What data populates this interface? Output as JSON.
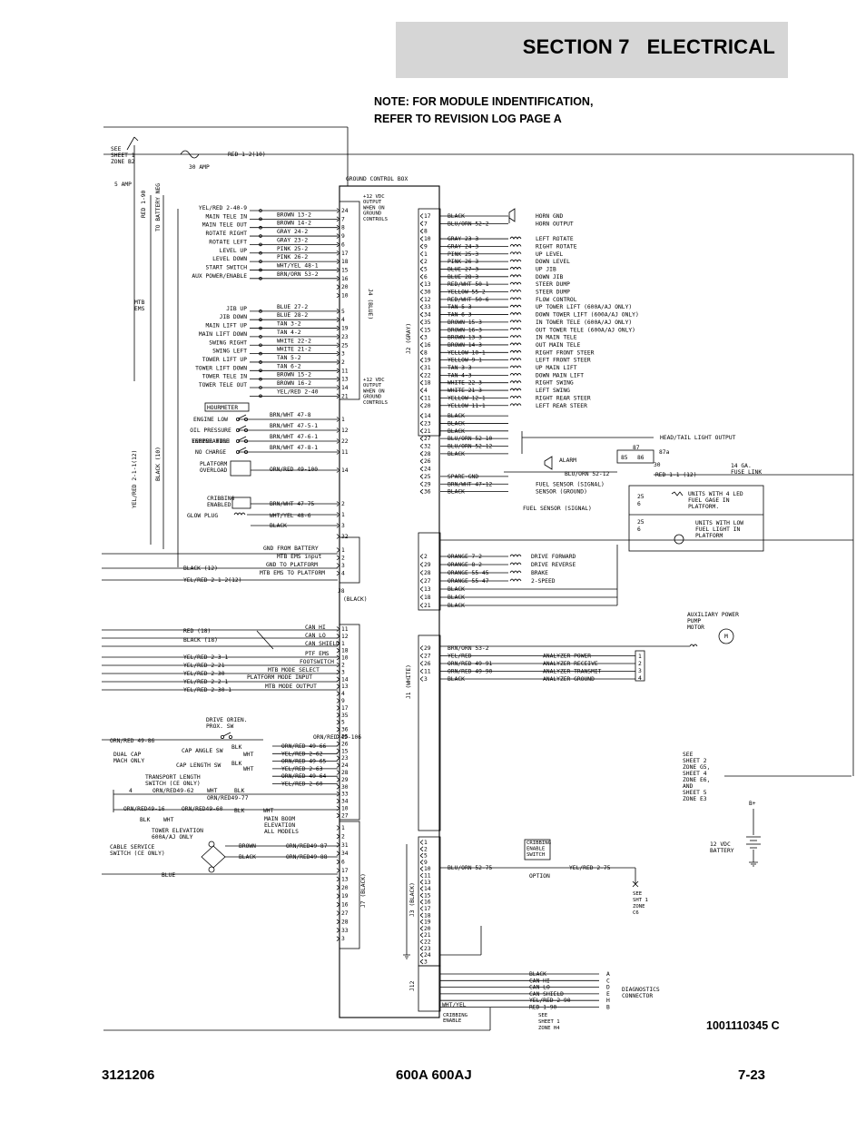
{
  "header": {
    "section": "SECTION 7",
    "title": "ELECTRICAL"
  },
  "note": [
    "NOTE: FOR MODULE INDENTIFICATION,",
    "REFER TO REVISION LOG PAGE A"
  ],
  "doc_number": "1001110345 C",
  "footer": {
    "left": "3121206",
    "center": "600A 600AJ",
    "right": "7-23"
  },
  "diagram": {
    "box_title": "GROUND CONTROL BOX",
    "fuse": "30 AMP",
    "fuse_small": "5 AMP",
    "top_wire": "RED 1-2(10)",
    "see_sheet1": [
      "SEE",
      "SHEET 1",
      "ZONE B2"
    ],
    "to_battery_neg": "TO BATTERY NEG",
    "red_1_90": "RED 1-90",
    "mtb_ems": [
      "MTB",
      "EMS"
    ],
    "black_10": "BLACK (10)",
    "yel_red_2_1_12": "YEL/RED 2-1-1(12)",
    "j4_label": "J4 (BLUE)",
    "j2_label": "J2 (GRAY)",
    "j8_label": "J8 (BLACK)",
    "j1_label": "J1 (WHITE)",
    "j7_label": "J7 (BLACK)",
    "j3_label": "J3 (BLACK)",
    "j12_label": "J12",
    "output_note_1": [
      "+12 VDC",
      "OUTPUT",
      "WHEN ON",
      "GROUND",
      "CONTROLS"
    ],
    "output_note_2": [
      "+12 VDC",
      "OUTPUT",
      "WHEN ON",
      "GROUND",
      "CONTROLS"
    ],
    "j4_left": [
      {
        "fn": "YEL/RED 2-40-9",
        "wire": "",
        "pin": "24"
      },
      {
        "fn": "MAIN TELE IN",
        "wire": "BROWN 13-2",
        "pin": "7"
      },
      {
        "fn": "MAIN TELE OUT",
        "wire": "BROWN 14-2",
        "pin": "8"
      },
      {
        "fn": "ROTATE RIGHT",
        "wire": "GRAY 24-2",
        "pin": "9"
      },
      {
        "fn": "ROTATE LEFT",
        "wire": "GRAY 23-2",
        "pin": "6"
      },
      {
        "fn": "LEVEL UP",
        "wire": "PINK 25-2",
        "pin": "17"
      },
      {
        "fn": "LEVEL DOWN",
        "wire": "PINK 26-2",
        "pin": "18"
      },
      {
        "fn": "START SWITCH",
        "wire": "WHT/YEL 48-1",
        "pin": "15"
      },
      {
        "fn": "AUX POWER/ENABLE",
        "wire": "BRN/ORN 53-2",
        "pin": "16"
      },
      {
        "fn": "",
        "wire": "",
        "pin": "20"
      },
      {
        "fn": "",
        "wire": "",
        "pin": "10"
      },
      {
        "fn": "JIB UP",
        "wire": "BLUE 27-2",
        "pin": "5"
      },
      {
        "fn": "JIB DOWN",
        "wire": "BLUE 28-2",
        "pin": "4"
      },
      {
        "fn": "MAIN LIFT UP",
        "wire": "TAN 3-2",
        "pin": "19"
      },
      {
        "fn": "MAIN LIFT DOWN",
        "wire": "TAN 4-2",
        "pin": "23"
      },
      {
        "fn": "SWING RIGHT",
        "wire": "WHITE 22-2",
        "pin": "25"
      },
      {
        "fn": "SWING LEFT",
        "wire": "WHITE 21-2",
        "pin": "3"
      },
      {
        "fn": "TOWER LIFT UP",
        "wire": "TAN 5-2",
        "pin": "2"
      },
      {
        "fn": "TOWER LIFT DOWN",
        "wire": "TAN 6-2",
        "pin": "11"
      },
      {
        "fn": "TOWER TELE IN",
        "wire": "BROWN 15-2",
        "pin": "13"
      },
      {
        "fn": "TOWER TELE OUT",
        "wire": "BROWN 16-2",
        "pin": "14"
      },
      {
        "fn": "",
        "wire": "YEL/RED 2-40",
        "pin": "21"
      }
    ],
    "hourmeter": "HOURMETER",
    "engine_lines": [
      {
        "fn": "ENGINE LOW",
        "wire": "BRN/WHT 47-8",
        "pin": "1"
      },
      {
        "fn": "OIL PRESSURE",
        "wire": "BRN/WHT 47-5-1",
        "pin": "12"
      },
      {
        "fn": "ENGINE HIGH",
        "wire": "BRN/WHT 47-6-1",
        "pin": "22"
      },
      {
        "fn": "NO CHARGE",
        "wire": "BRN/WHT 47-8-1",
        "pin": "11"
      }
    ],
    "engine_extra": [
      "TEMPERATURE"
    ],
    "platform_overload": [
      "PLATFORM",
      "OVERLOAD"
    ],
    "platform_overload_wire": {
      "wire": "ORN/RED 49-100",
      "pin": "14"
    },
    "cribbing": [
      "CRIBBING",
      "ENABLED"
    ],
    "cribbing_wire": {
      "wire": "BRN/WHT 47-75",
      "pin": "2"
    },
    "glow_plug": {
      "fn": "GLOW PLUG",
      "wire": "WHT/YEL 48-6",
      "pin": "1"
    },
    "black_pin": {
      "wire": "BLACK",
      "pin": "3"
    },
    "pin_32": "32",
    "j2_right": [
      {
        "pin": "17",
        "wire": "BLACK",
        "fn": "HORN GND"
      },
      {
        "pin": "7",
        "wire": "BLU/ORN 52-2",
        "fn": "HORN OUTPUT"
      },
      {
        "pin": "8",
        "wire": "",
        "fn": ""
      },
      {
        "pin": "10",
        "wire": "GRAY 23-3",
        "fn": "LEFT ROTATE"
      },
      {
        "pin": "9",
        "wire": "GRAY 24-3",
        "fn": "RIGHT ROTATE"
      },
      {
        "pin": "1",
        "wire": "PINK 25-3",
        "fn": "UP LEVEL"
      },
      {
        "pin": "2",
        "wire": "PINK 26-3",
        "fn": "DOWN LEVEL"
      },
      {
        "pin": "5",
        "wire": "BLUE 27-3",
        "fn": "UP JIB"
      },
      {
        "pin": "6",
        "wire": "BLUE 28-3",
        "fn": "DOWN JIB"
      },
      {
        "pin": "13",
        "wire": "RED/WHT 50-1",
        "fn": "STEER DUMP"
      },
      {
        "pin": "30",
        "wire": "YELLOW 55-2",
        "fn": "STEER DUMP"
      },
      {
        "pin": "12",
        "wire": "RED/WHT 50-6",
        "fn": "FLOW CONTROL"
      },
      {
        "pin": "33",
        "wire": "TAN 5-3",
        "fn": "UP TOWER LIFT (600A/AJ ONLY)"
      },
      {
        "pin": "34",
        "wire": "TAN 6-3",
        "fn": "DOWN TOWER LIFT (600A/AJ ONLY)"
      },
      {
        "pin": "35",
        "wire": "BROWN 15-3",
        "fn": "IN TOWER TELE (600A/AJ ONLY)"
      },
      {
        "pin": "15",
        "wire": "BROWN 16-3",
        "fn": "OUT TOWER TELE (600A/AJ ONLY)"
      },
      {
        "pin": "3",
        "wire": "BROWN 13-3",
        "fn": "IN MAIN TELE"
      },
      {
        "pin": "16",
        "wire": "BROWN 14-3",
        "fn": "OUT MAIN TELE"
      },
      {
        "pin": "8",
        "wire": "YELLOW 10-1",
        "fn": "RIGHT FRONT STEER"
      },
      {
        "pin": "19",
        "wire": "YELLOW 9-1",
        "fn": "LEFT FRONT STEER"
      },
      {
        "pin": "31",
        "wire": "TAN 3-3",
        "fn": "UP MAIN LIFT"
      },
      {
        "pin": "22",
        "wire": "TAN 4-3",
        "fn": "DOWN MAIN LIFT"
      },
      {
        "pin": "18",
        "wire": "WHITE 22-3",
        "fn": "RIGHT SWING"
      },
      {
        "pin": "4",
        "wire": "WHITE 21-3",
        "fn": "LEFT SWING"
      },
      {
        "pin": "11",
        "wire": "YELLOW 12-1",
        "fn": "RIGHT REAR STEER"
      },
      {
        "pin": "20",
        "wire": "YELLOW 11-1",
        "fn": "LEFT REAR STEER"
      },
      {
        "pin": "14",
        "wire": "BLACK",
        "fn": ""
      },
      {
        "pin": "23",
        "wire": "BLACK",
        "fn": ""
      },
      {
        "pin": "21",
        "wire": "BLACK",
        "fn": ""
      },
      {
        "pin": "27",
        "wire": "BLU/ORN 52-10",
        "fn": ""
      },
      {
        "pin": "32",
        "wire": "BLU/ORN 52-12",
        "fn": ""
      },
      {
        "pin": "28",
        "wire": "BLACK",
        "fn": ""
      },
      {
        "pin": "26",
        "wire": "",
        "fn": ""
      },
      {
        "pin": "24",
        "wire": "",
        "fn": ""
      },
      {
        "pin": "25",
        "wire": "SPARE-GND",
        "fn": ""
      },
      {
        "pin": "29",
        "wire": "BRN/WHT 47-12",
        "fn": "FUEL SENSOR (SIGNAL)"
      },
      {
        "pin": "36",
        "wire": "BLACK",
        "fn": "SENSOR (GROUND)"
      }
    ],
    "head_tail": "HEAD/TAIL LIGHT OUTPUT",
    "alarm": "ALARM",
    "blu_orn_52_12": "BLU/ORN 52-12",
    "relay": [
      "87",
      "87a",
      "30",
      "85",
      "86"
    ],
    "red_1_1": "RED 1-1 (12)",
    "fuse_link": [
      "14 GA.",
      "FUSE LINK"
    ],
    "fuel_led": [
      "UNITS WITH 4 LED",
      "FUEL GAGE IN",
      "PLATFORM."
    ],
    "fuel_low": [
      "UNITS WITH LOW",
      "FUEL LIGHT IN",
      "PLATFORM"
    ],
    "gnd_from_battery": "GND FROM BATTERY",
    "mtb_ems_input": "MTB EMS input",
    "gnd_to_platform": "GND TO PLATFORM",
    "mtb_ems_to_platform": "MTB EMS TO PLATFORM",
    "black_12": "BLACK (12)",
    "yel_red_2_1_2": "YEL/RED 2-1-2(12)",
    "black_pin_2": "BLACK",
    "j1_right": [
      {
        "pin": "2",
        "wire": "ORANGE 7-2",
        "fn": "DRIVE FORWARD"
      },
      {
        "pin": "29",
        "wire": "ORANGE 8-2",
        "fn": "DRIVE REVERSE"
      },
      {
        "pin": "28",
        "wire": "ORANGE 55-45",
        "fn": "BRAKE"
      },
      {
        "pin": "27",
        "wire": "ORANGE 55-47",
        "fn": "2-SPEED"
      }
    ],
    "blacks": [
      "BLACK",
      "BLACK",
      "BLACK"
    ],
    "aux_pump": [
      "AUXILIARY POWER",
      "PUMP",
      "MOTOR"
    ],
    "analyzer": [
      {
        "wire": "BRN/ORN 53-2",
        "fn": ""
      },
      {
        "wire": "YEL/RED",
        "fn": "ANALYZER POWER"
      },
      {
        "wire": "ORN/RED 49-91",
        "fn": "ANALYZER RECEIVE"
      },
      {
        "wire": "ORN/RED 49-90",
        "fn": "ANALYZER TRANSMIT"
      },
      {
        "wire": "BLACK",
        "fn": "ANALYZER GROUND"
      }
    ],
    "red_18": "RED (18)",
    "black_18": "BLACK (18)",
    "can": [
      "CAN HI",
      "CAN LO",
      "CAN SHIELD"
    ],
    "ptf_ems": "PTF EMS",
    "footswitch": "FOOTSWITCH",
    "mtb_mode_select": "MTB MODE SELECT",
    "platform_mode_input": "PLATFORM MODE INPUT",
    "mtb_mode_output": "MTB MODE OUTPUT",
    "yel_red_wires": [
      "YEL/RED 2-3-1",
      "YEL/RED 2-21",
      "YEL/RED 2-30",
      "YEL/RED 2-2-1",
      "YEL/RED 2-30-1"
    ],
    "drive_orien": [
      "DRIVE ORIEN.",
      "PROX. SW"
    ],
    "orn_red_49_86": "ORN/RED 49-86",
    "dual_cap": [
      "DUAL CAP",
      "MACH ONLY"
    ],
    "cap_angle": "CAP ANGLE SW",
    "cap_length": "CAP LENGTH SW",
    "orn_red_49_106": "ORN/RED 49-106",
    "j7_wires": [
      "ORN/RED 49-66",
      "YEL/RED 2-62",
      "ORN/RED 49-65",
      "YEL/RED 2-63",
      "ORN/RED 49-64",
      "YEL/RED 2-60"
    ],
    "transport": [
      "TRANSPORT LENGTH",
      "SWITCH (CE ONLY)"
    ],
    "orn_red_49_62": "ORN/RED49-62",
    "orn_red_49_16": "ORN/RED49-16",
    "orn_red_49_60": "ORN/RED49-60",
    "orn_red_49_77": "ORN/RED49-77",
    "tower_elev": [
      "TOWER ELEVATION",
      "600A/AJ ONLY"
    ],
    "main_boom": [
      "MAIN BOOM",
      "ELEVATION",
      "ALL MODELS"
    ],
    "cable_service": [
      "CABLE SERVICE",
      "SWITCH (CE ONLY)"
    ],
    "brown": "BROWN",
    "black": "BLACK",
    "blue": "BLUE",
    "orn_red_49_87": "ORN/RED49-87",
    "orn_red_49_88": "ORN/RED49-88",
    "blk": "BLK",
    "wht": "WHT",
    "see_sheet2": [
      "SEE",
      "SHEET 2",
      "ZONE G5,",
      "SHEET 4",
      "ZONE E6,",
      "AND",
      "SHEET 5",
      "ZONE E3"
    ],
    "battery": [
      "12 VDC",
      "BATTERY"
    ],
    "bplus": "B+",
    "cribbing_switch": [
      "CRIBBING",
      "ENABLE",
      "SWITCH"
    ],
    "option": "OPTION",
    "blu_orn_52_75": "BLU/ORN 52-75",
    "yel_red_2_75": "YEL/RED 2-75",
    "see_sht1_c6": [
      "SEE",
      "SHT 1",
      "ZONE",
      "C6"
    ],
    "j12_wires": [
      {
        "wire": "BLACK",
        "pin": "A"
      },
      {
        "wire": "CAN HI",
        "pin": "C"
      },
      {
        "wire": "CAN LO",
        "pin": "D"
      },
      {
        "wire": "CAN SHIELD",
        "pin": "E"
      },
      {
        "wire": "YEL/RED 2-90",
        "pin": "H"
      },
      {
        "wire": "RED 1-90",
        "pin": "B"
      }
    ],
    "diag_connector": [
      "DIAGNOSTICS",
      "CONNECTOR"
    ],
    "see_sheet1_h4": [
      "SEE",
      "SHEET 1",
      "ZONE H4"
    ],
    "wht_yel": "WHT/YEL",
    "cribbing_enable": [
      "CRIBBING",
      "ENABLE"
    ],
    "j3_pins": [
      "1",
      "2",
      "5",
      "9",
      "10",
      "11",
      "13",
      "14",
      "15",
      "16",
      "17",
      "18",
      "19",
      "20",
      "21",
      "22",
      "23",
      "24",
      "3"
    ],
    "j7_pins": [
      "1",
      "2",
      "31",
      "34",
      "6",
      "17",
      "13",
      "20",
      "19",
      "16",
      "27",
      "28",
      "33",
      "3"
    ]
  }
}
